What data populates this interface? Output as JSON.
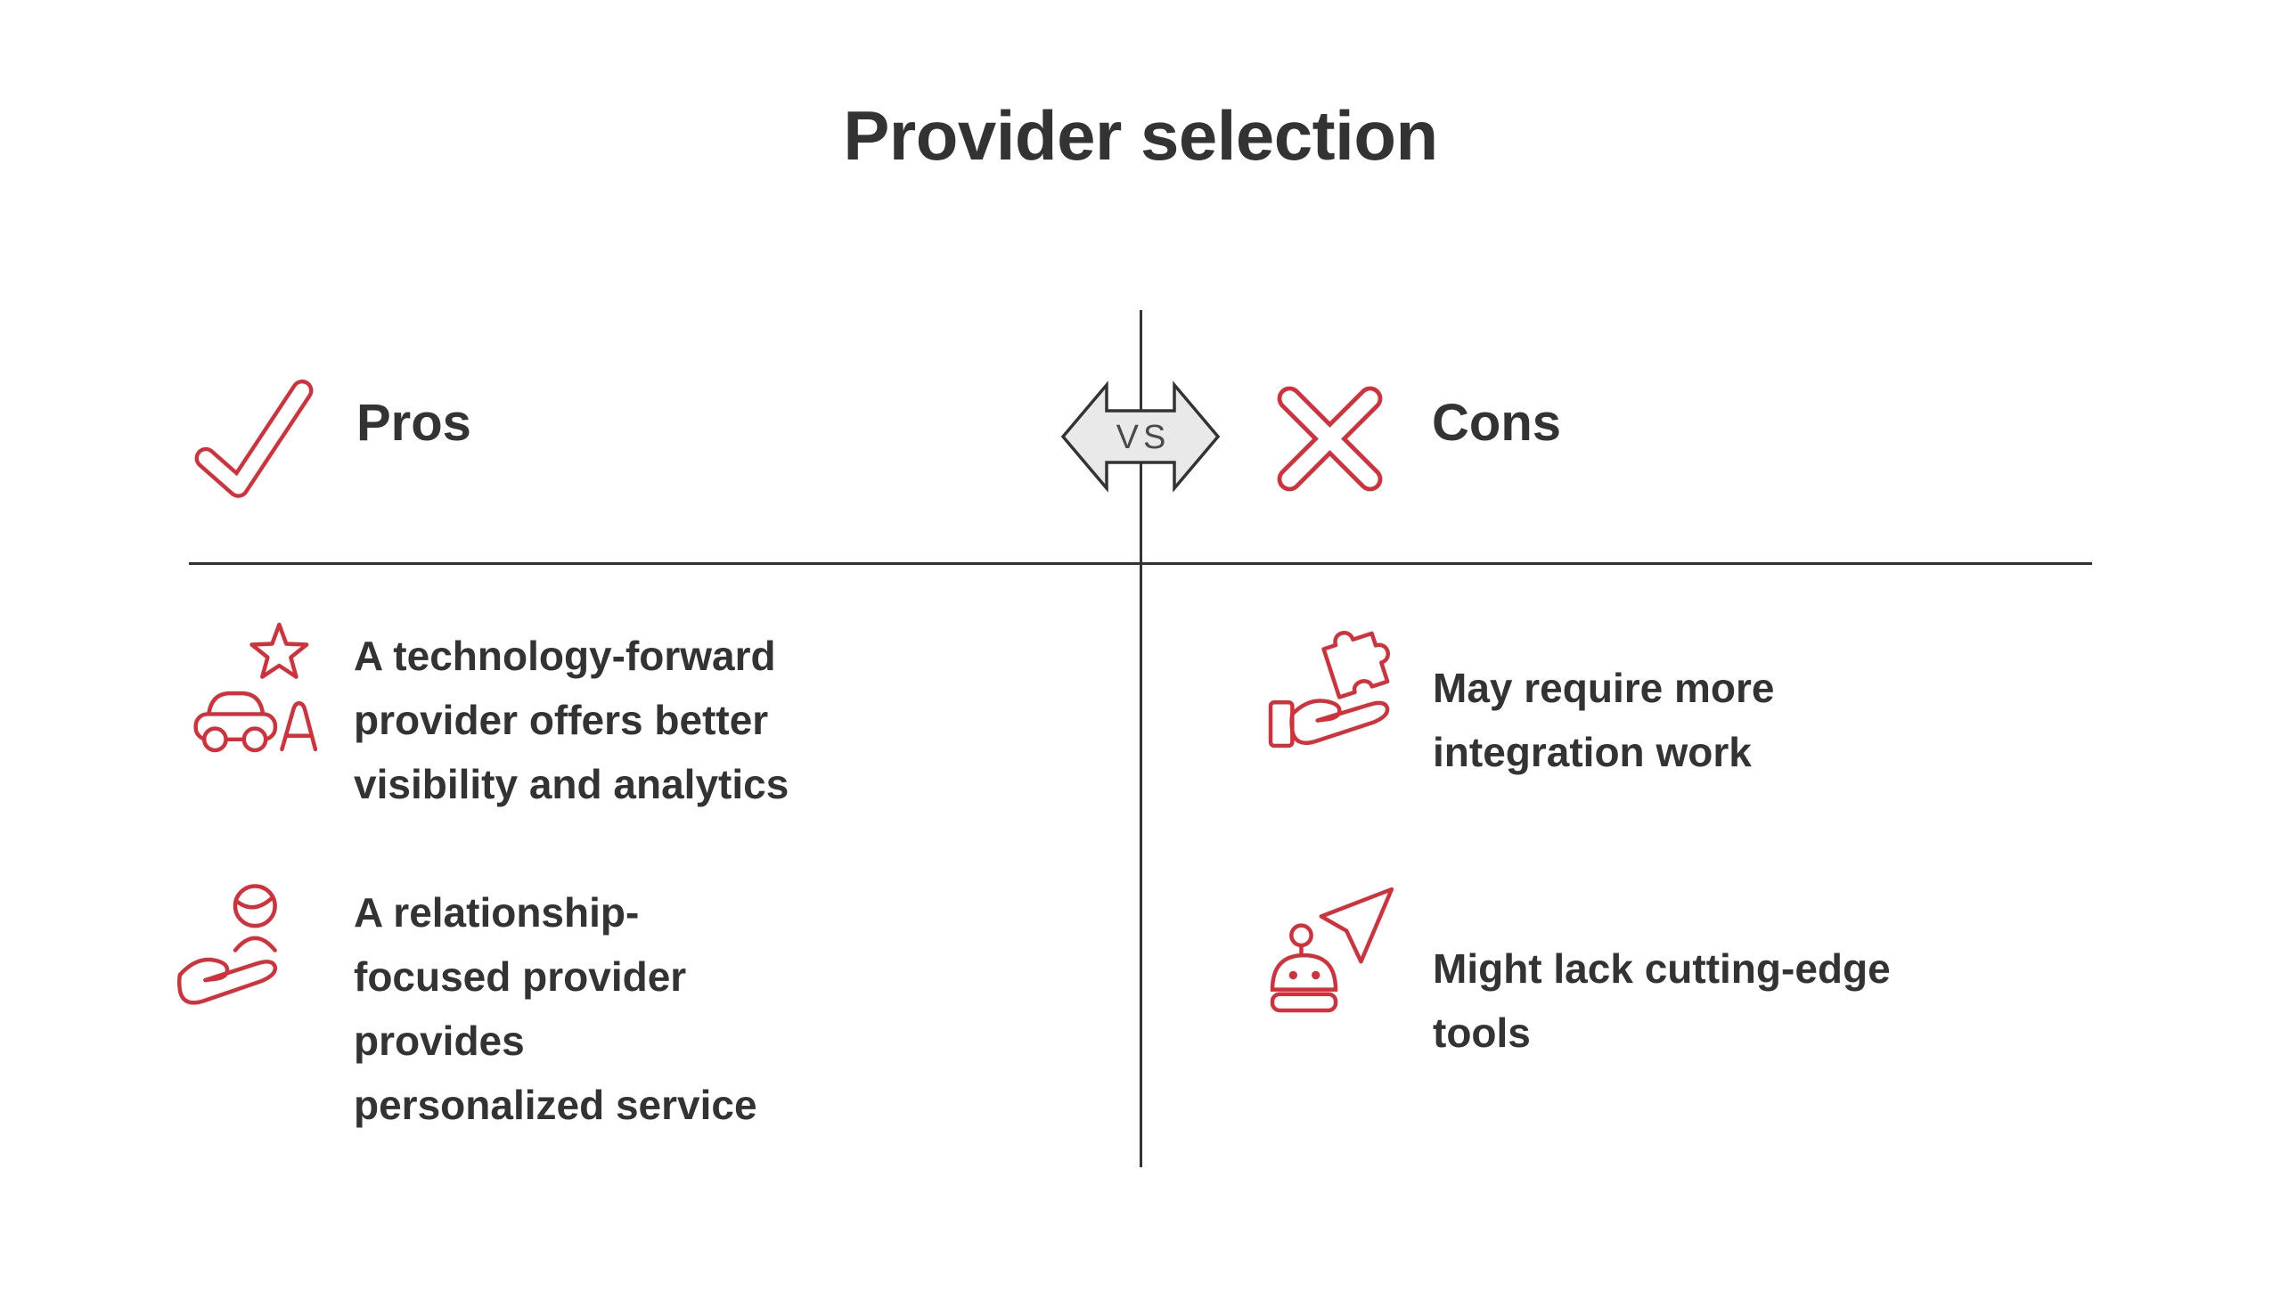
{
  "title": "Provider selection",
  "colors": {
    "accent_red": "#d2303a",
    "text": "#333333",
    "line": "#333333",
    "vs_fill": "#e9e9e9",
    "vs_text": "#4a4a4a"
  },
  "header": {
    "pros_label": "Pros",
    "cons_label": "Cons",
    "vs_label": "VS"
  },
  "pros": {
    "items": [
      {
        "icon": "star-car-icon",
        "text": "A technology-forward\nprovider offers better\nvisibility and analytics"
      },
      {
        "icon": "hand-person-icon",
        "text": "A relationship-\nfocused provider\nprovides\npersonalized service"
      }
    ]
  },
  "cons": {
    "items": [
      {
        "icon": "hand-puzzle-icon",
        "text": "May require more\nintegration work"
      },
      {
        "icon": "robot-plane-icon",
        "text": "Might lack cutting-edge\ntools"
      }
    ]
  }
}
